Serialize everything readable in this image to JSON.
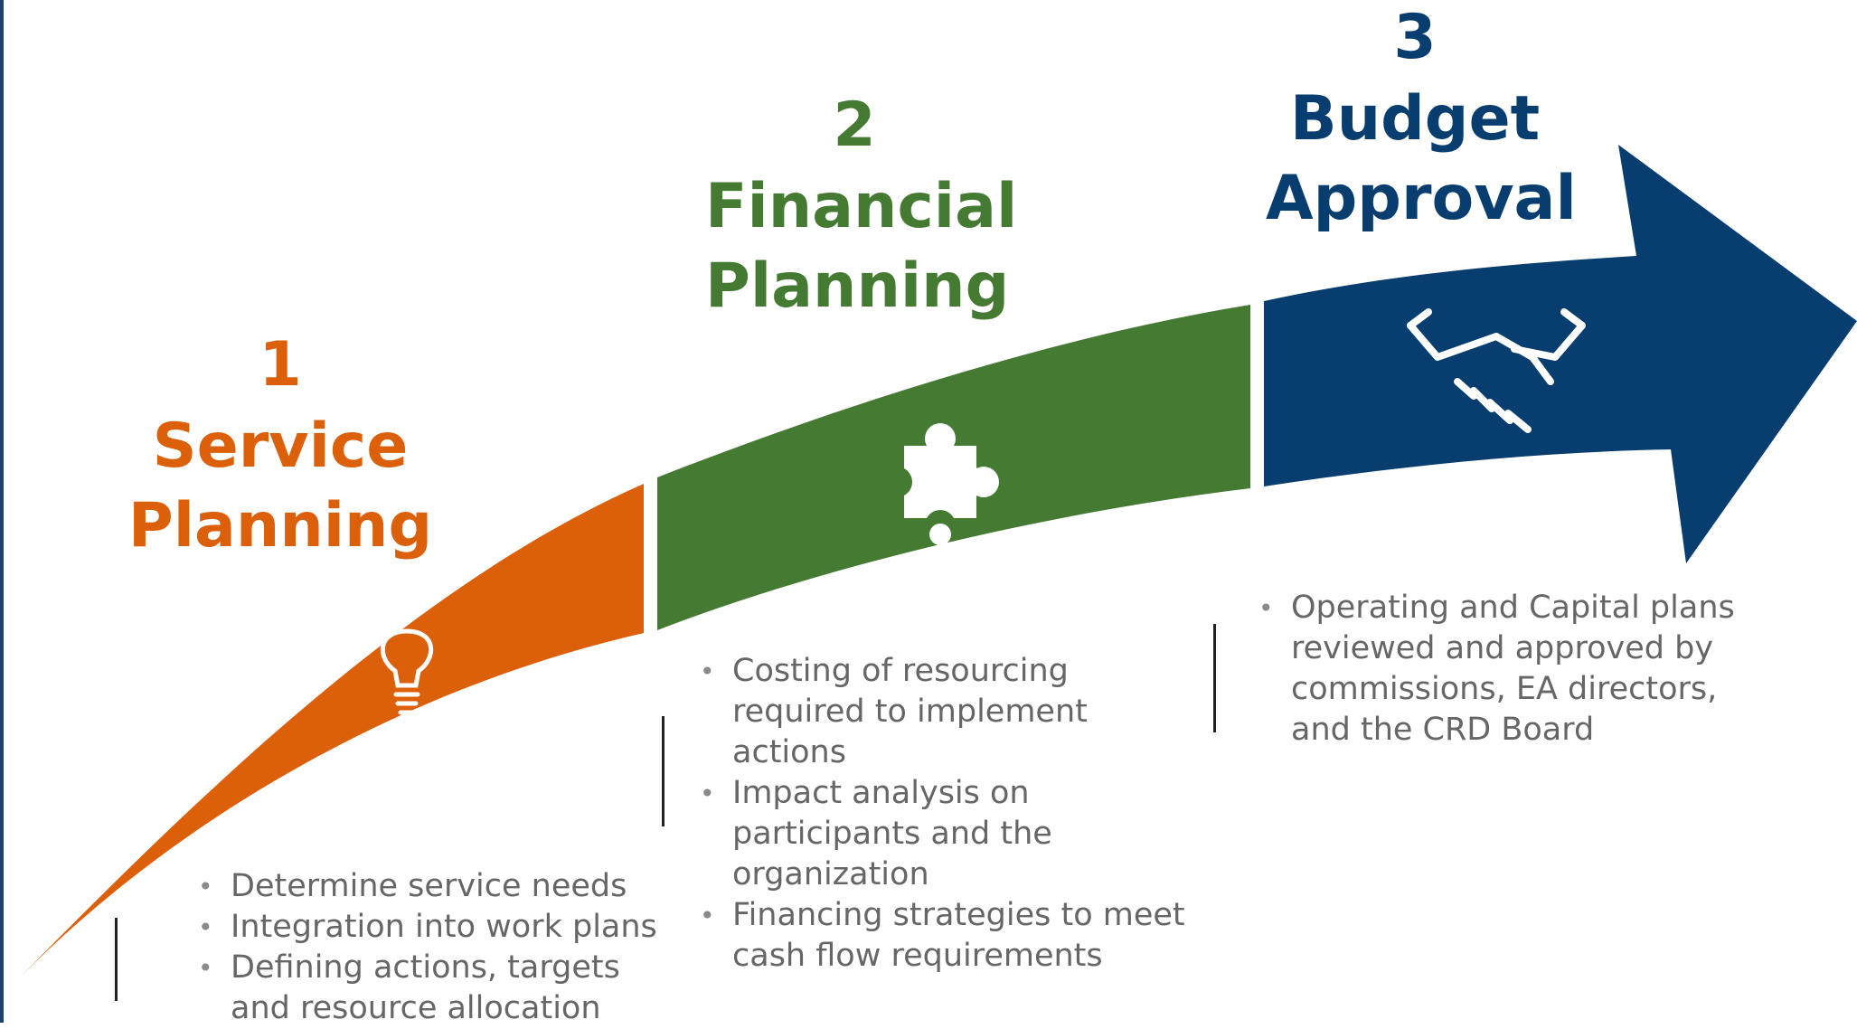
{
  "colors": {
    "service": "#dc5f0a",
    "financial": "#457a33",
    "budget": "#073e6f",
    "bullet_text": "#666666"
  },
  "stages": [
    {
      "number": "1",
      "title_line1": "Service",
      "title_line2": "Planning",
      "icon": "lightbulb-icon",
      "bullets": [
        "Determine service needs",
        "Integration into work plans",
        "Defining actions, targets and resource allocation"
      ]
    },
    {
      "number": "2",
      "title_line1": "Financial",
      "title_line2": "Planning",
      "icon": "puzzle-piece-icon",
      "bullets": [
        "Costing of resourcing required to implement actions",
        "Impact analysis on participants and the organization",
        "Financing strategies to meet cash flow requirements"
      ]
    },
    {
      "number": "3",
      "title_line1": "Budget",
      "title_line2": "Approval",
      "icon": "handshake-icon",
      "bullets": [
        "Operating and Capital plans reviewed and approved by commissions, EA directors, and the CRD Board"
      ]
    }
  ]
}
